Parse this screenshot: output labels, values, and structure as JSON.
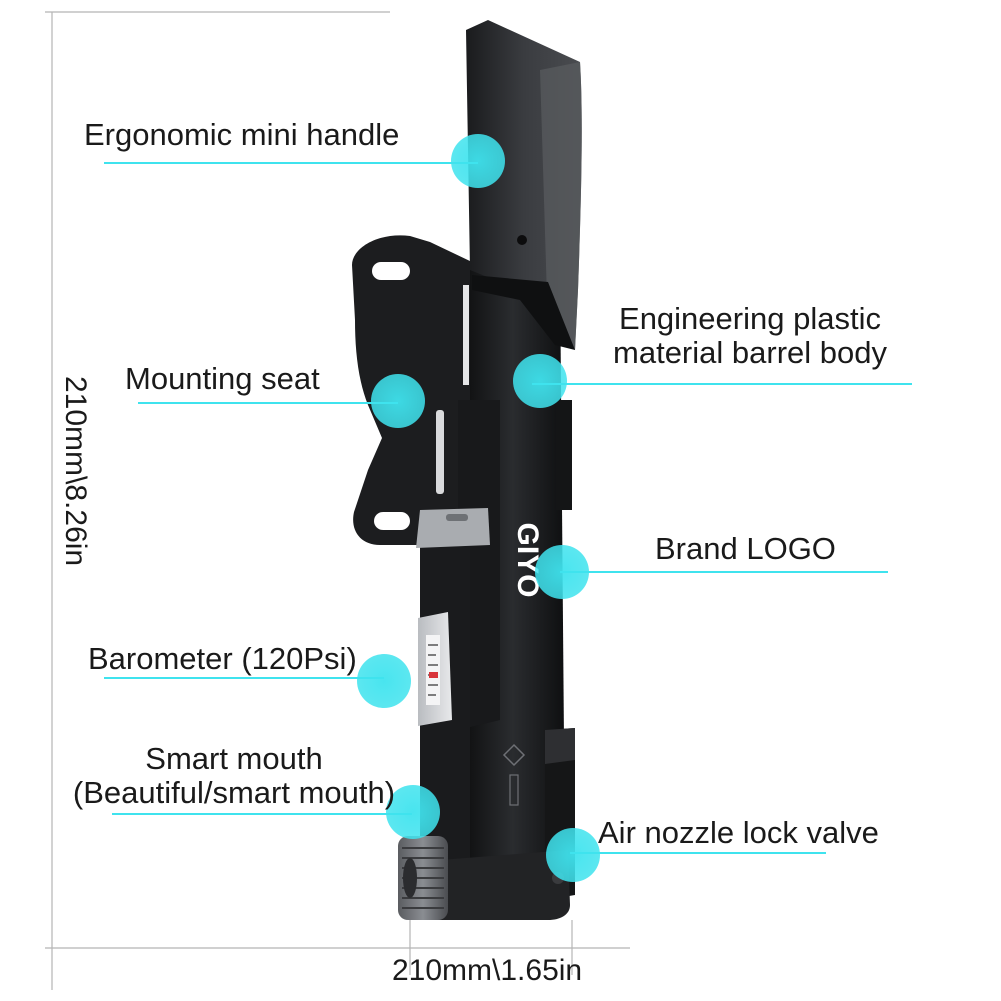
{
  "image": {
    "subject": "mini bicycle pump",
    "background": "#ffffff",
    "accent_color": "#3fe3ee",
    "body_color": "#1c1d1f"
  },
  "callouts": [
    {
      "id": "handle",
      "text": "Ergonomic mini handle"
    },
    {
      "id": "barrel",
      "lines": [
        "Engineering plastic",
        "material barrel body"
      ]
    },
    {
      "id": "mounting",
      "text": "Mounting seat"
    },
    {
      "id": "logo",
      "text": "Brand LOGO"
    },
    {
      "id": "barometer",
      "text": "Barometer (120Psi)"
    },
    {
      "id": "mouth",
      "lines": [
        "Smart mouth",
        "(Beautiful/smart mouth)"
      ]
    },
    {
      "id": "valve",
      "text": "Air nozzle lock valve"
    }
  ],
  "dimensions": {
    "height": "210mm\\8.26in",
    "width": "210mm\\1.65in"
  },
  "product": {
    "brand_text": "GIYO"
  }
}
